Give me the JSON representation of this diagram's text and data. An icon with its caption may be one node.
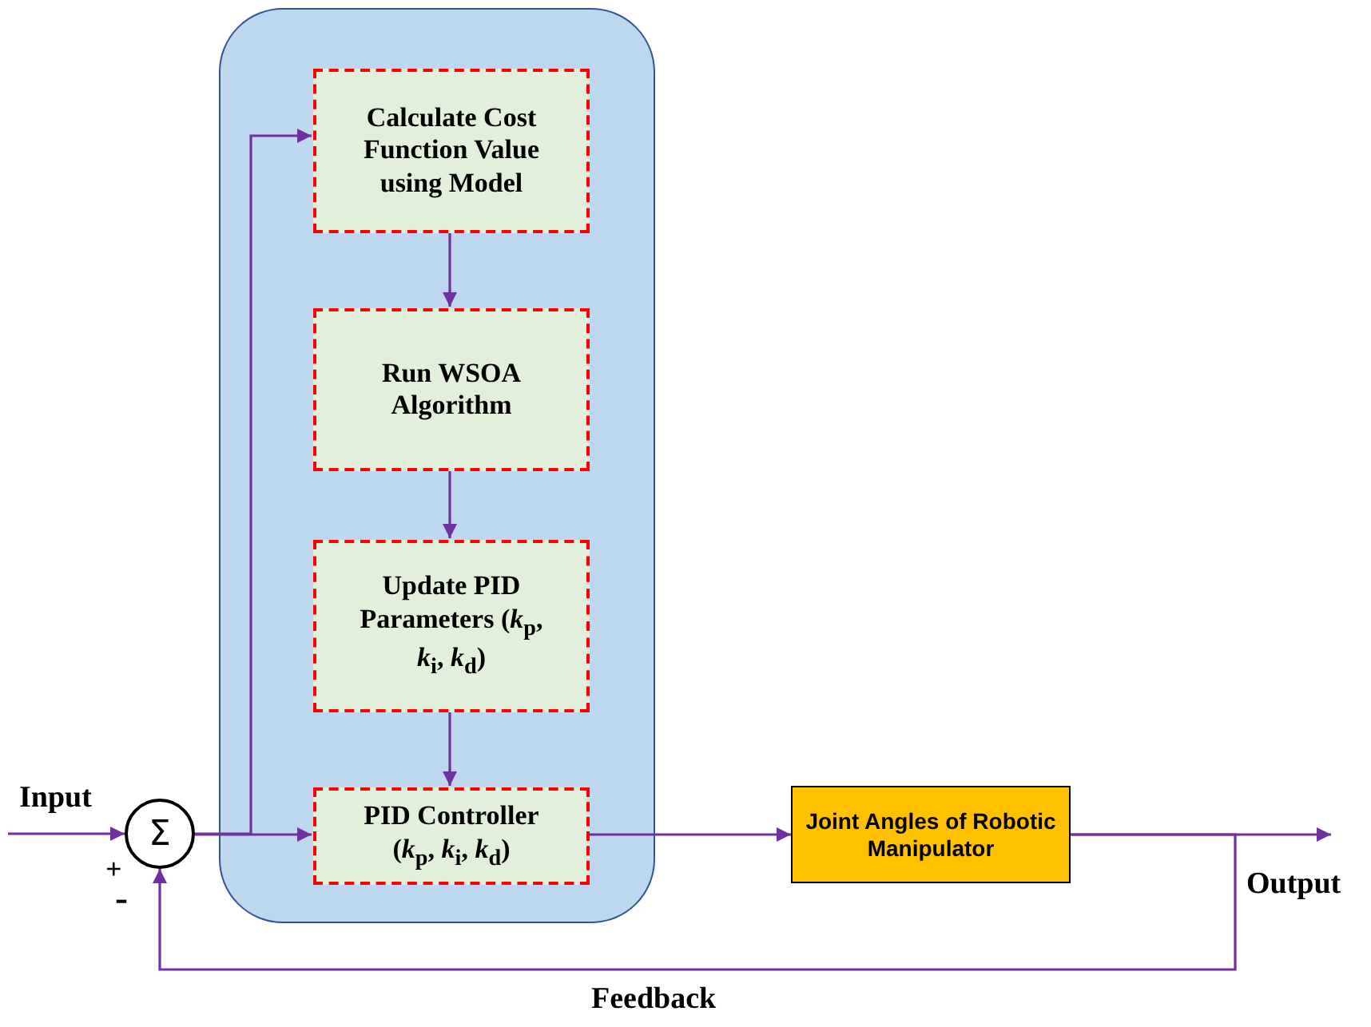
{
  "diagram": {
    "nodes": [
      {
        "text": [],
        "shape": "box"
      },
      {
        "text": [
          "Calculate Cost Function Value using Model"
        ],
        "in": 0
      },
      {
        "text": [
          "Run WSOA Algorithm"
        ],
        "in": 0
      },
      {
        "text": [
          "Update PID Parameters (*k*$_{p}$, *k*$_{i}$, *k*$_{d}$)"
        ],
        "in": 0
      },
      {
        "text": [
          "PID Controller (*k*$_{p}$, *k*$_{i}$, *k*$_{d}$)"
        ],
        "in": 0
      },
      {
        "text": [
          "Σ"
        ]
      },
      {
        "text": [
          "Joint Angles of Robotic Manipulator"
        ]
      }
    ],
    "edges": [
      {
        "from": null,
        "to": 5,
        "arrow": "to",
        "label": "Input"
      },
      {
        "from": 5,
        "to": 4,
        "arrow": "to"
      },
      {
        "from": 5,
        "to": 1,
        "arrow": "to"
      },
      {
        "from": 1,
        "to": 2,
        "arrow": "to"
      },
      {
        "from": 2,
        "to": 3,
        "arrow": "to"
      },
      {
        "from": 3,
        "to": 4,
        "arrow": "to"
      },
      {
        "from": 4,
        "to": 6,
        "arrow": "to"
      },
      {
        "from": 6,
        "to": null,
        "arrow": "to",
        "label": "Output"
      },
      {
        "from": 6,
        "to": 5,
        "arrow": "to",
        "label": "Feedback"
      }
    ],
    "labels": [
      "+",
      "-"
    ]
  }
}
